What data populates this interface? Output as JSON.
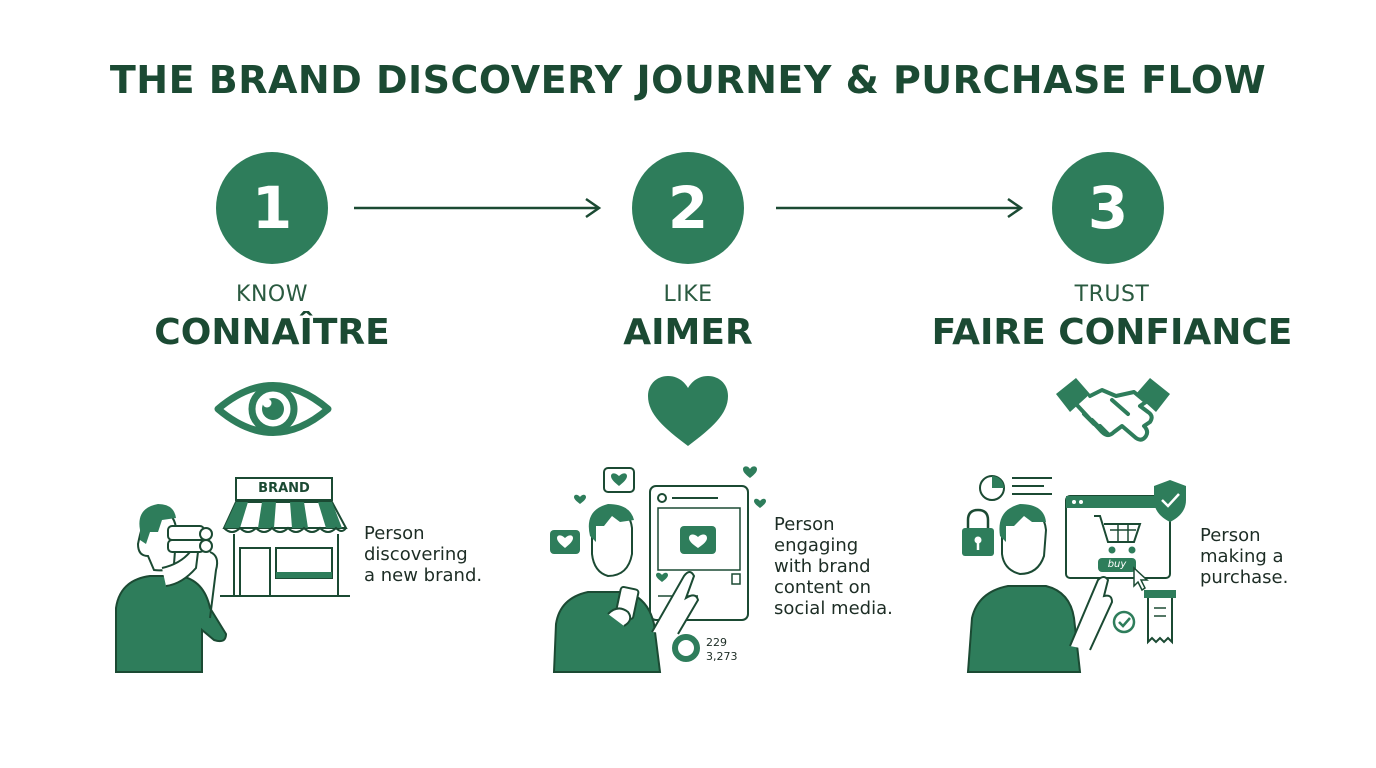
{
  "title": "THE BRAND DISCOVERY JOURNEY & PURCHASE FLOW",
  "colors": {
    "primary": "#2e7d5b",
    "dark": "#1b4a33",
    "text": "#1d2d25"
  },
  "steps": [
    {
      "number": "1",
      "en": "KNOW",
      "fr": "CONNAÎTRE",
      "icon": "eye-icon",
      "caption": [
        "Person",
        "discovering",
        "a new brand."
      ],
      "store_sign": "BRAND"
    },
    {
      "number": "2",
      "en": "LIKE",
      "fr": "AIMER",
      "icon": "heart-icon",
      "caption": [
        "Person",
        "engaging",
        "with brand",
        "content on",
        "social media."
      ],
      "stats": [
        "229",
        "3,273"
      ]
    },
    {
      "number": "3",
      "en": "TRUST",
      "fr": "FAIRE CONFIANCE",
      "icon": "handshake-icon",
      "caption": [
        "Person",
        "making a",
        "purchase."
      ],
      "buy_label": "buy"
    }
  ]
}
